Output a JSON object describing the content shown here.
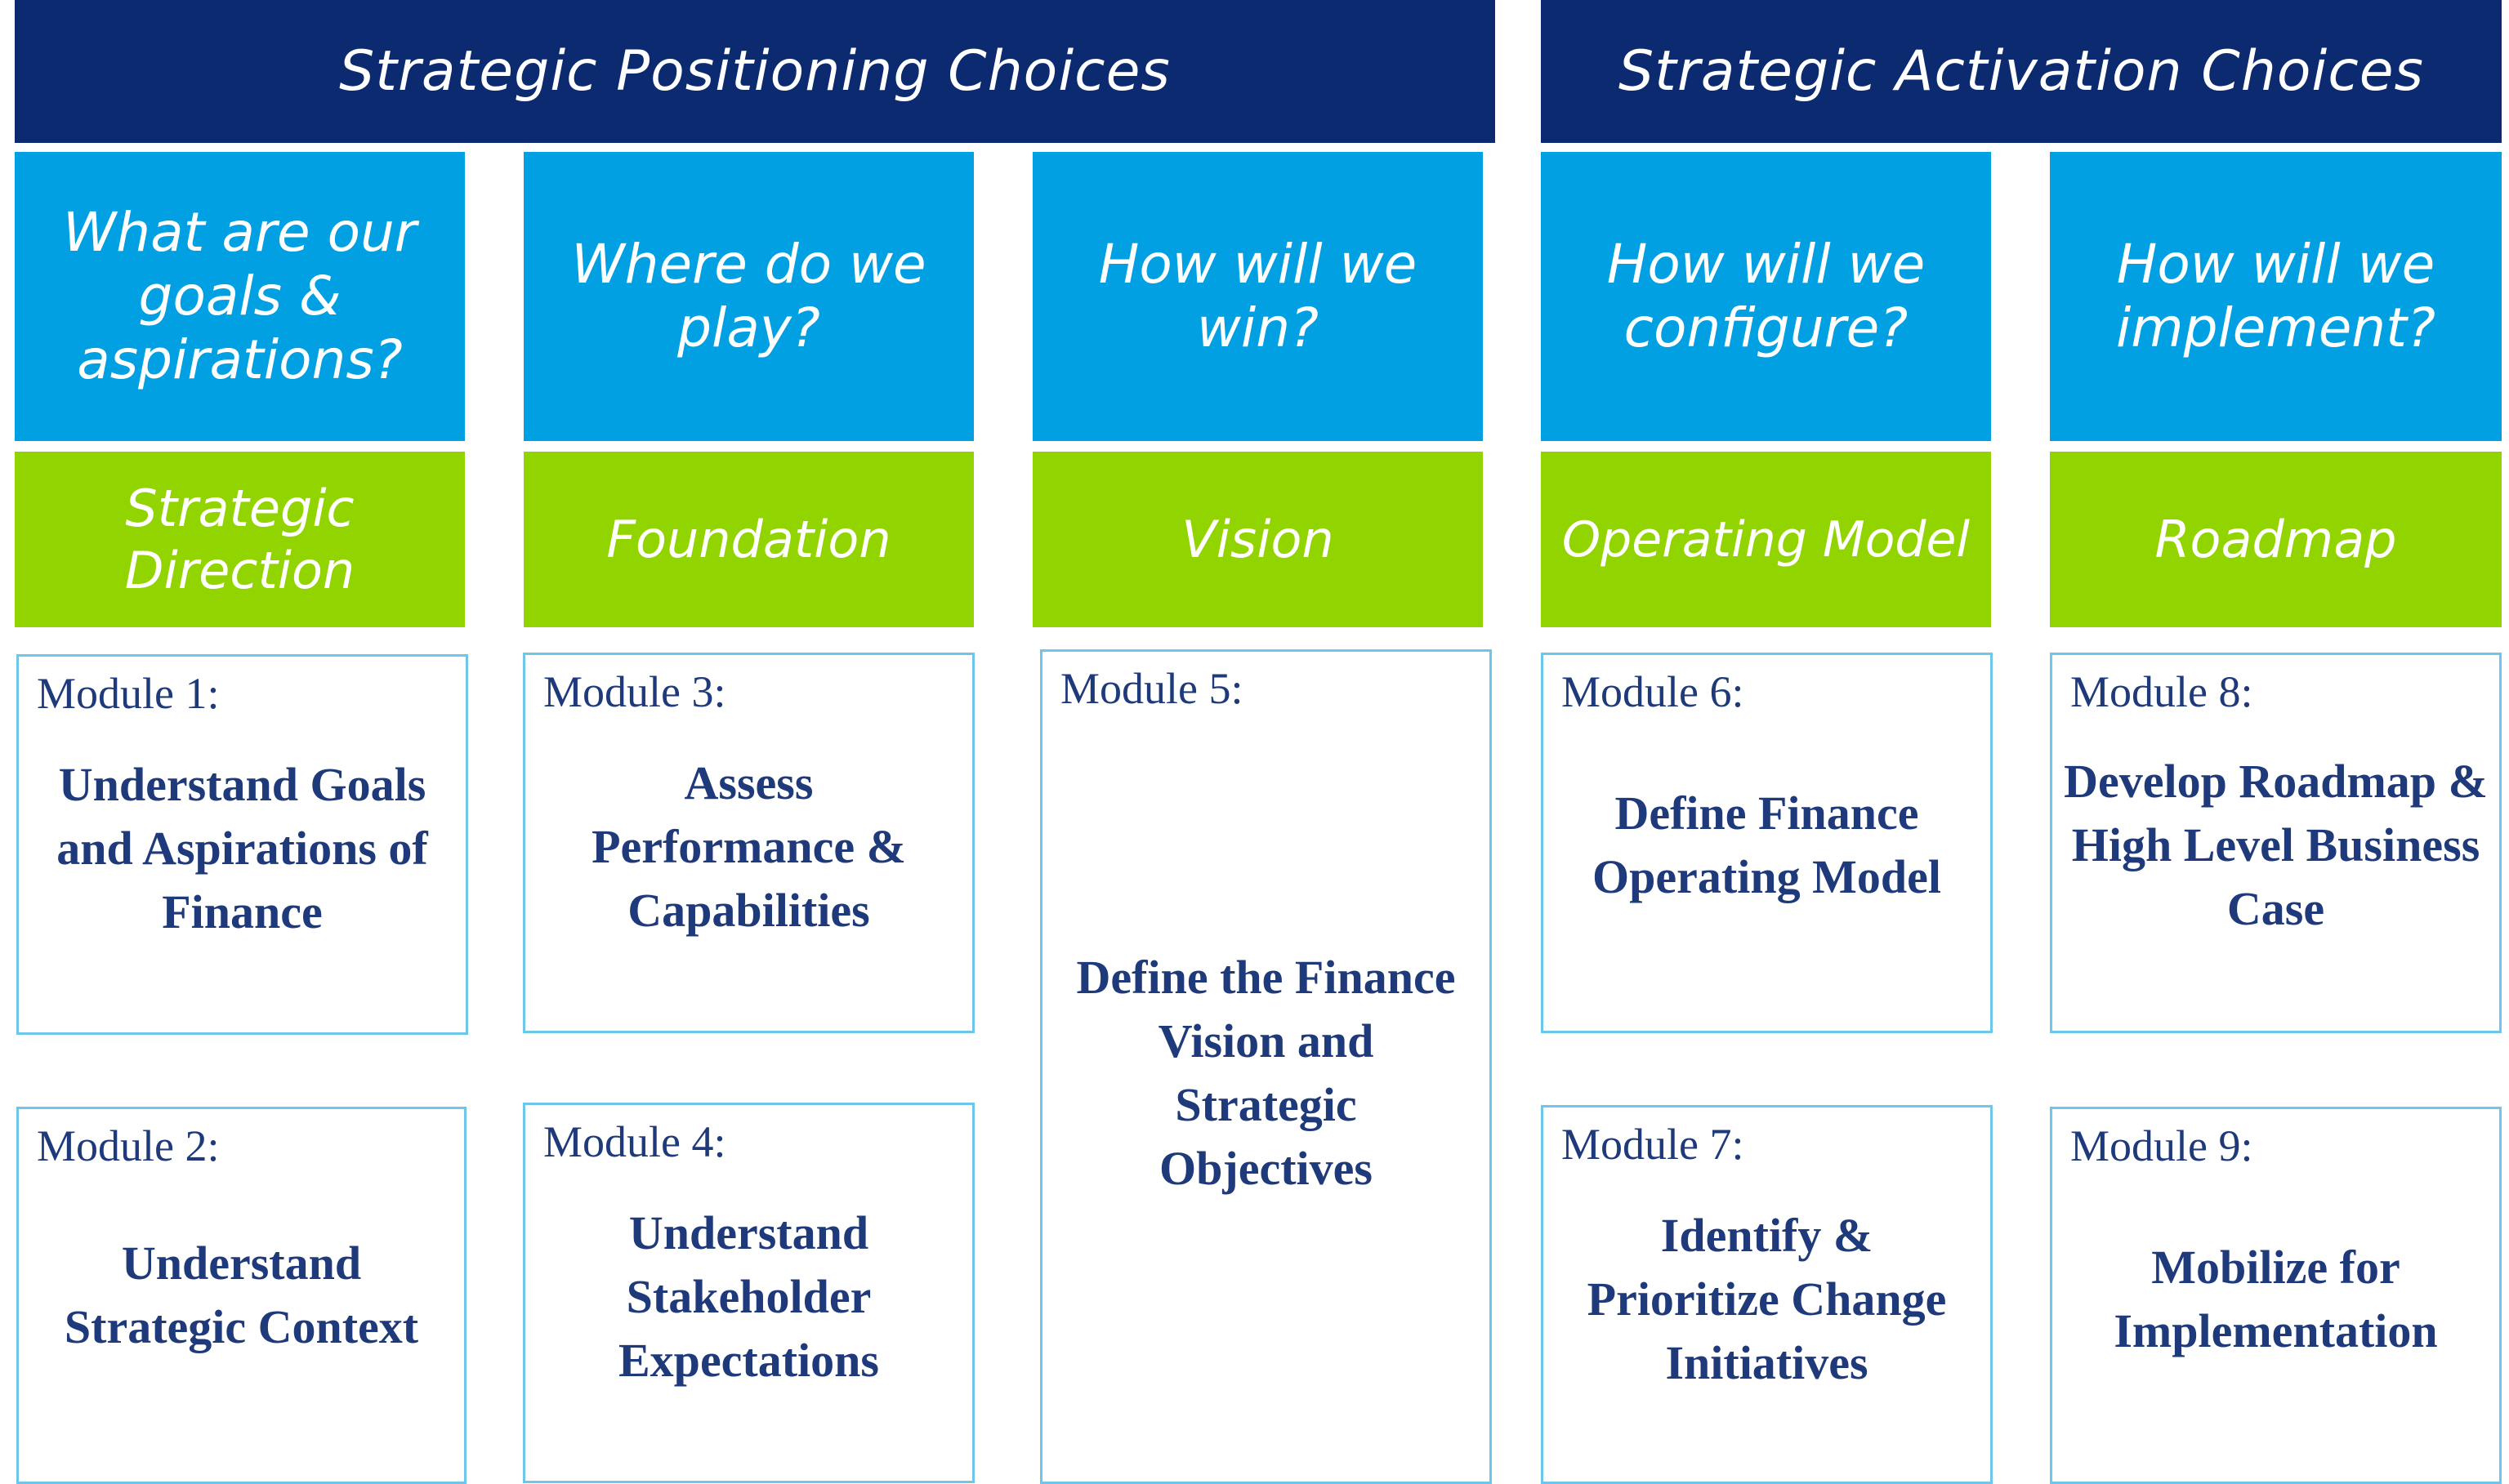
{
  "bands": {
    "positioning": "Strategic Positioning Choices",
    "activation": "Strategic Activation Choices"
  },
  "columns": [
    {
      "question": "What are our goals & aspirations?",
      "phase": "Strategic Direction"
    },
    {
      "question": "Where do we play?",
      "phase": "Foundation"
    },
    {
      "question": "How will we win?",
      "phase": "Vision"
    },
    {
      "question": "How will we configure?",
      "phase": "Operating Model"
    },
    {
      "question": "How will we implement?",
      "phase": "Roadmap"
    }
  ],
  "modules": [
    {
      "label": "Module 1:",
      "title": "Understand Goals and Aspirations of Finance"
    },
    {
      "label": "Module 2:",
      "title": "Understand Strategic Context"
    },
    {
      "label": "Module 3:",
      "title": "Assess Performance & Capabilities"
    },
    {
      "label": "Module 4:",
      "title": "Understand Stakeholder Expectations"
    },
    {
      "label": "Module 5:",
      "title": "Define the Finance Vision and Strategic Objectives"
    },
    {
      "label": "Module 6:",
      "title": "Define Finance Operating Model"
    },
    {
      "label": "Module 7:",
      "title": "Identify & Prioritize Change Initiatives"
    },
    {
      "label": "Module 8:",
      "title": "Develop Roadmap & High Level Business Case"
    },
    {
      "label": "Module 9:",
      "title": "Mobilize for Implementation"
    }
  ],
  "colors": {
    "band": "#0b2a6f",
    "question": "#00a0e3",
    "phase": "#92d400",
    "module_border": "#6ec6ea",
    "module_text": "#1f3a7a"
  }
}
